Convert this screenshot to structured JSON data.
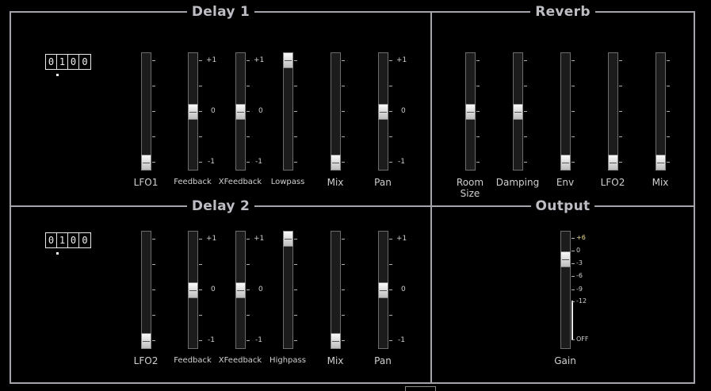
{
  "panels": {
    "delay1": {
      "title": "Delay 1",
      "counter": [
        "0",
        "1",
        "0",
        "0"
      ]
    },
    "reverb": {
      "title": "Reverb"
    },
    "delay2": {
      "title": "Delay 2",
      "counter": [
        "0",
        "1",
        "0",
        "0"
      ]
    },
    "output": {
      "title": "Output"
    }
  },
  "scale_labels": {
    "plus": "+1",
    "zero": "0",
    "minus": "-1"
  },
  "gain_scale": [
    "+6",
    "0",
    "-3",
    "-6",
    "-9",
    "-12",
    "OFF"
  ],
  "delay1_sliders": [
    {
      "label": "LFO1",
      "value": 0.0,
      "small": false,
      "scale": false
    },
    {
      "label": "Feedback",
      "value": 0.5,
      "small": true,
      "scale": true
    },
    {
      "label": "XFeedback",
      "value": 0.5,
      "small": true,
      "scale": true
    },
    {
      "label": "Lowpass",
      "value": 1.0,
      "small": true,
      "scale": false
    },
    {
      "label": "Mix",
      "value": 0.0,
      "small": false,
      "scale": false
    },
    {
      "label": "Pan",
      "value": 0.5,
      "small": false,
      "scale": true
    }
  ],
  "delay2_sliders": [
    {
      "label": "LFO2",
      "value": 0.0,
      "small": false,
      "scale": false
    },
    {
      "label": "Feedback",
      "value": 0.5,
      "small": true,
      "scale": true
    },
    {
      "label": "XFeedback",
      "value": 0.5,
      "small": true,
      "scale": true
    },
    {
      "label": "Highpass",
      "value": 1.0,
      "small": true,
      "scale": false
    },
    {
      "label": "Mix",
      "value": 0.0,
      "small": false,
      "scale": false
    },
    {
      "label": "Pan",
      "value": 0.5,
      "small": false,
      "scale": true
    }
  ],
  "reverb_sliders": [
    {
      "label": "Room\nSize",
      "value": 0.5
    },
    {
      "label": "Damping",
      "value": 0.5
    },
    {
      "label": "Env",
      "value": 0.0
    },
    {
      "label": "LFO2",
      "value": 0.0
    },
    {
      "label": "Mix",
      "value": 0.0
    }
  ],
  "gain": {
    "label": "Gain",
    "value": 0.8,
    "highlight_color": "#f0e060"
  }
}
